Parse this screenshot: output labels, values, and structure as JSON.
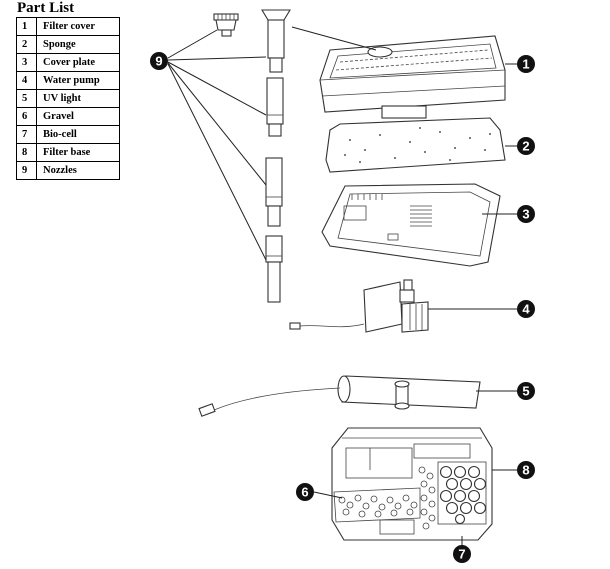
{
  "part_list": {
    "title": "Part List",
    "items": [
      {
        "number": "1",
        "name": "Filter cover"
      },
      {
        "number": "2",
        "name": "Sponge"
      },
      {
        "number": "3",
        "name": "Cover plate"
      },
      {
        "number": "4",
        "name": "Water pump"
      },
      {
        "number": "5",
        "name": "UV light"
      },
      {
        "number": "6",
        "name": "Gravel"
      },
      {
        "number": "7",
        "name": "Bio-cell"
      },
      {
        "number": "8",
        "name": "Filter base"
      },
      {
        "number": "9",
        "name": "Nozzles"
      }
    ]
  },
  "callouts": {
    "c1": "1",
    "c2": "2",
    "c3": "3",
    "c4": "4",
    "c5": "5",
    "c6": "6",
    "c7": "7",
    "c8": "8",
    "c9": "9"
  }
}
